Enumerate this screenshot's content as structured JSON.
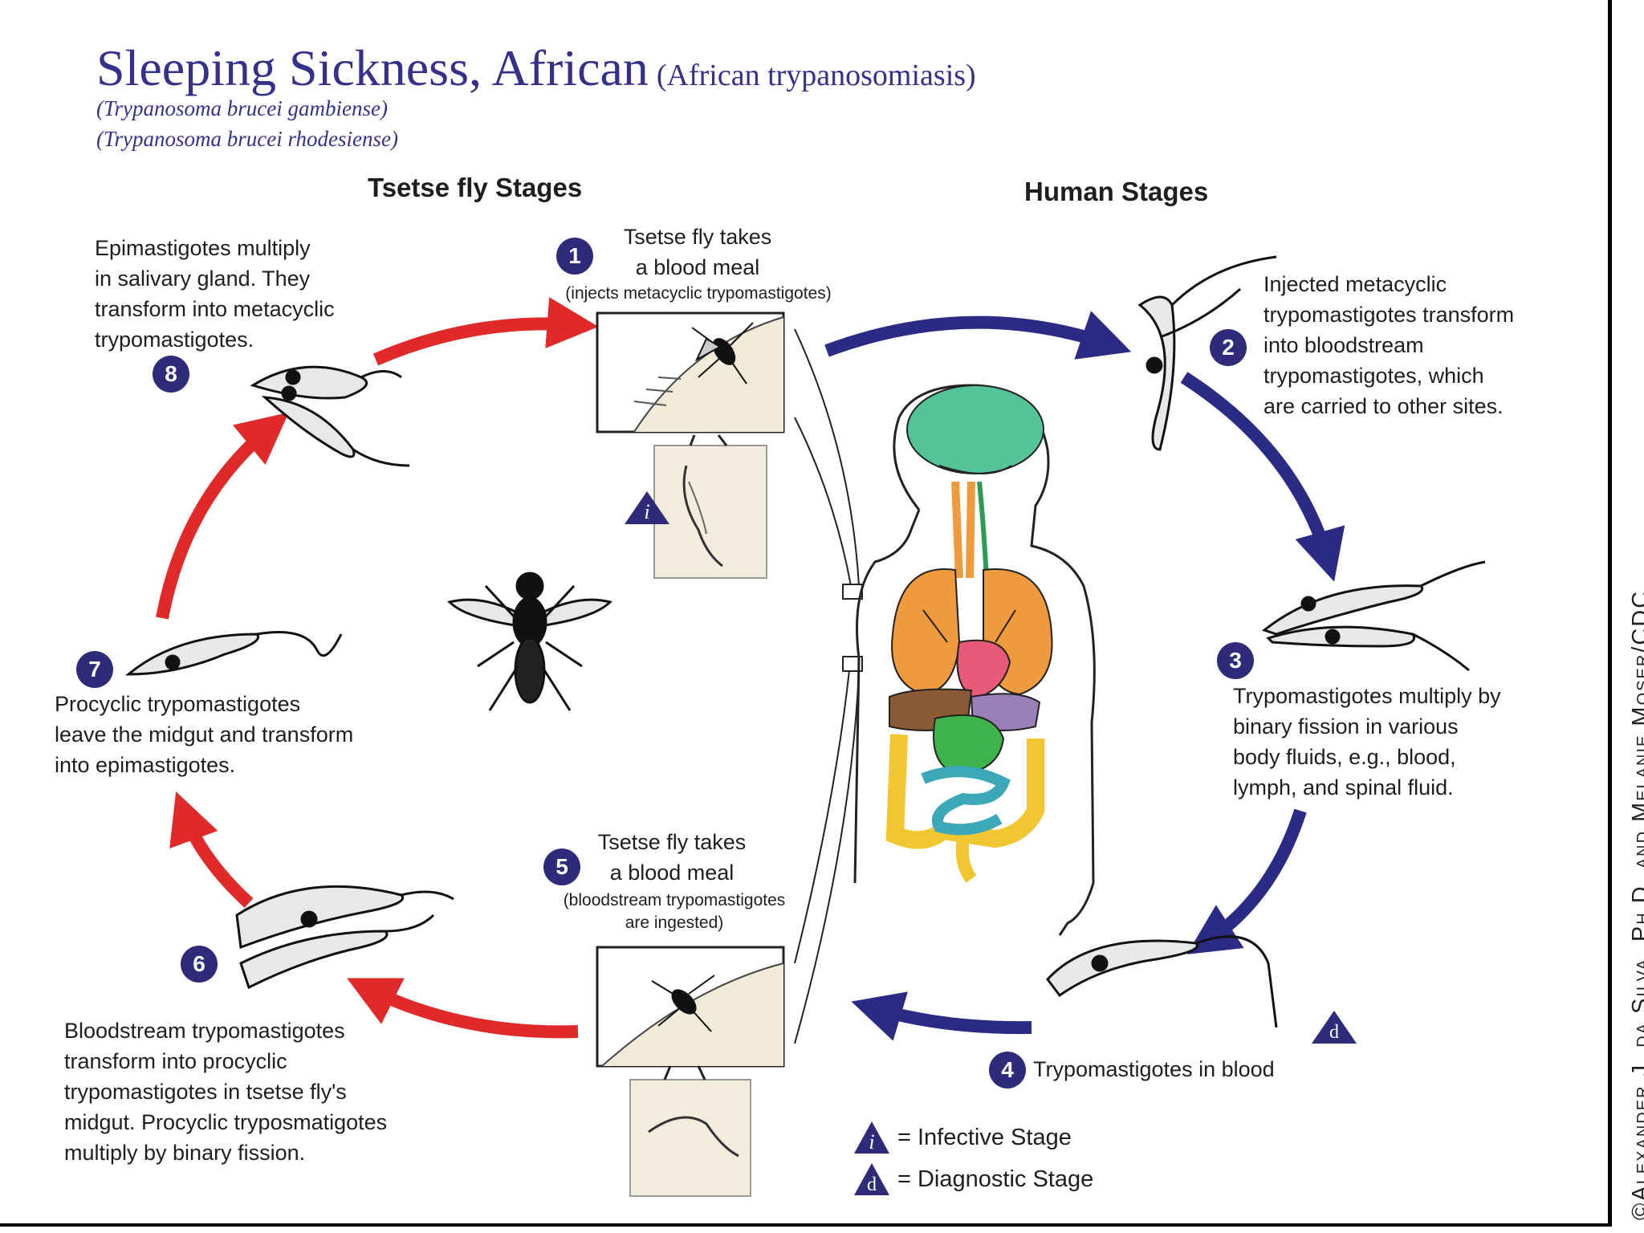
{
  "title": {
    "main": "Sleeping Sickness, African",
    "alt": "(African trypanosomiasis)",
    "species": [
      "(Trypanosoma brucei gambiense)",
      "(Trypanosoma brucei rhodesiense)"
    ]
  },
  "sections": {
    "tsetse": "Tsetse fly Stages",
    "human": "Human Stages"
  },
  "steps": [
    {
      "num": "1",
      "lines": [
        "Tsetse fly takes",
        "a blood meal"
      ],
      "note": "(injects metacyclic trypomastigotes)"
    },
    {
      "num": "2",
      "lines": [
        "Injected metacyclic",
        "trypomastigotes transform",
        "into bloodstream",
        "trypomastigotes, which",
        "are carried to other sites."
      ]
    },
    {
      "num": "3",
      "lines": [
        "Trypomastigotes multiply by",
        "binary fission in various",
        "body fluids, e.g., blood,",
        "lymph, and spinal fluid."
      ]
    },
    {
      "num": "4",
      "lines": [
        "Trypomastigotes in blood"
      ]
    },
    {
      "num": "5",
      "lines": [
        "Tsetse fly takes",
        "a blood meal"
      ],
      "note": [
        "(bloodstream trypomastigotes",
        "are ingested)"
      ]
    },
    {
      "num": "6",
      "lines": [
        "Bloodstream trypomastigotes",
        "transform into procyclic",
        "trypomastigotes in tsetse fly's",
        "midgut. Procyclic tryposmatigotes",
        "multiply by binary fission."
      ]
    },
    {
      "num": "7",
      "lines": [
        "Procyclic trypomastigotes",
        "leave the midgut and transform",
        "into epimastigotes."
      ]
    },
    {
      "num": "8",
      "lines": [
        "Epimastigotes multiply",
        "in salivary gland. They",
        "transform into metacyclic",
        "trypomastigotes."
      ]
    }
  ],
  "legend": {
    "infective": {
      "symbol": "i",
      "label": "= Infective Stage"
    },
    "diagnostic": {
      "symbol": "d",
      "label": "= Diagnostic Stage"
    }
  },
  "credit": "©Alexander J. da Silva, Ph.D. and Melanie Moser/CDC",
  "colors": {
    "title": "#35308a",
    "human_arrow": "#2b2a85",
    "fly_arrow": "#e02a2a",
    "badge": "#2f2a7a"
  },
  "icons": [
    "tsetse-fly-icon",
    "human-body-icon",
    "trypanosome-icon",
    "infective-stage-icon",
    "diagnostic-stage-icon"
  ]
}
